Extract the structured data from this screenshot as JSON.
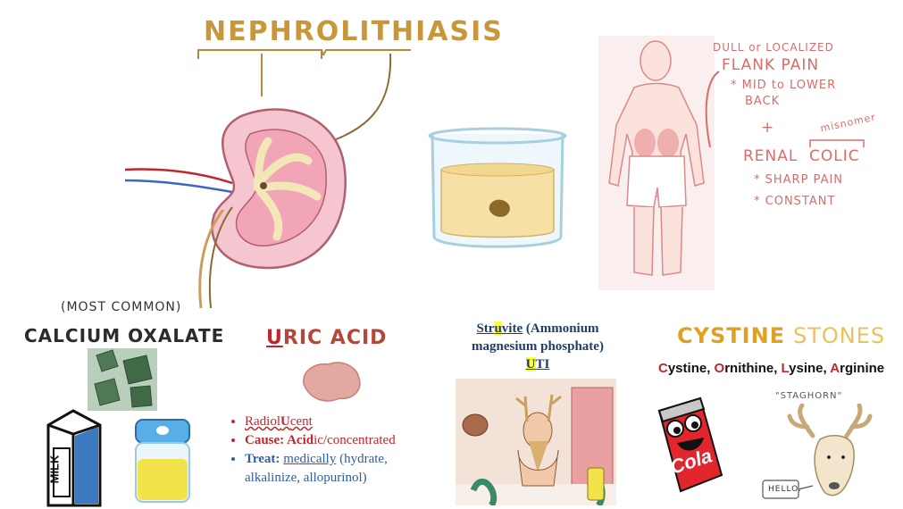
{
  "title": "NEPHROLITHIASIS",
  "pain": {
    "dull": "DULL or LOCALIZED",
    "flank": "FLANK PAIN",
    "mid": "* MID to LOWER",
    "back": "BACK",
    "plus": "+",
    "misnomer": "misnomer",
    "renal": "RENAL",
    "colic": "COLIC",
    "sharp": "* SHARP PAIN",
    "constant": "* CONSTANT"
  },
  "calcium": {
    "most_common": "(MOST COMMON)",
    "label": "CALCIUM OXALATE",
    "milk": "MILK"
  },
  "uric": {
    "label_u": "U",
    "label_rest": "RIC ACID",
    "b1_a": "Radiol",
    "b1_b": "U",
    "b1_c": "cent",
    "b2_a": "Cause: ",
    "b2_b": "Acid",
    "b2_c": "ic/concentrated",
    "b3_a": "Treat: ",
    "b3_b": "medically",
    "b3_c": " (hydrate, alkalinize, allopurinol)"
  },
  "struvite": {
    "s1": "Str",
    "s2": "u",
    "s3": "vite",
    "s4": " (Ammonium",
    "line2": "magnesium phosphate)",
    "uti_u": "U",
    "uti_rest": "TI"
  },
  "cystine": {
    "label1": "CYSTINE",
    "label2": "STONES",
    "c": "C",
    "c_rest": "ystine, ",
    "o": "O",
    "o_rest": "rnithine, ",
    "l": "L",
    "l_rest": "ysine, ",
    "a": "A",
    "a_rest": "rginine",
    "cola": "Cola",
    "staghorn": "\"STAGHORN\"",
    "hello": "HELLO."
  },
  "colors": {
    "gold": "#c8973a",
    "pain": "#d96b6b",
    "red": "#c0272d",
    "navy": "#1f3d6b"
  }
}
